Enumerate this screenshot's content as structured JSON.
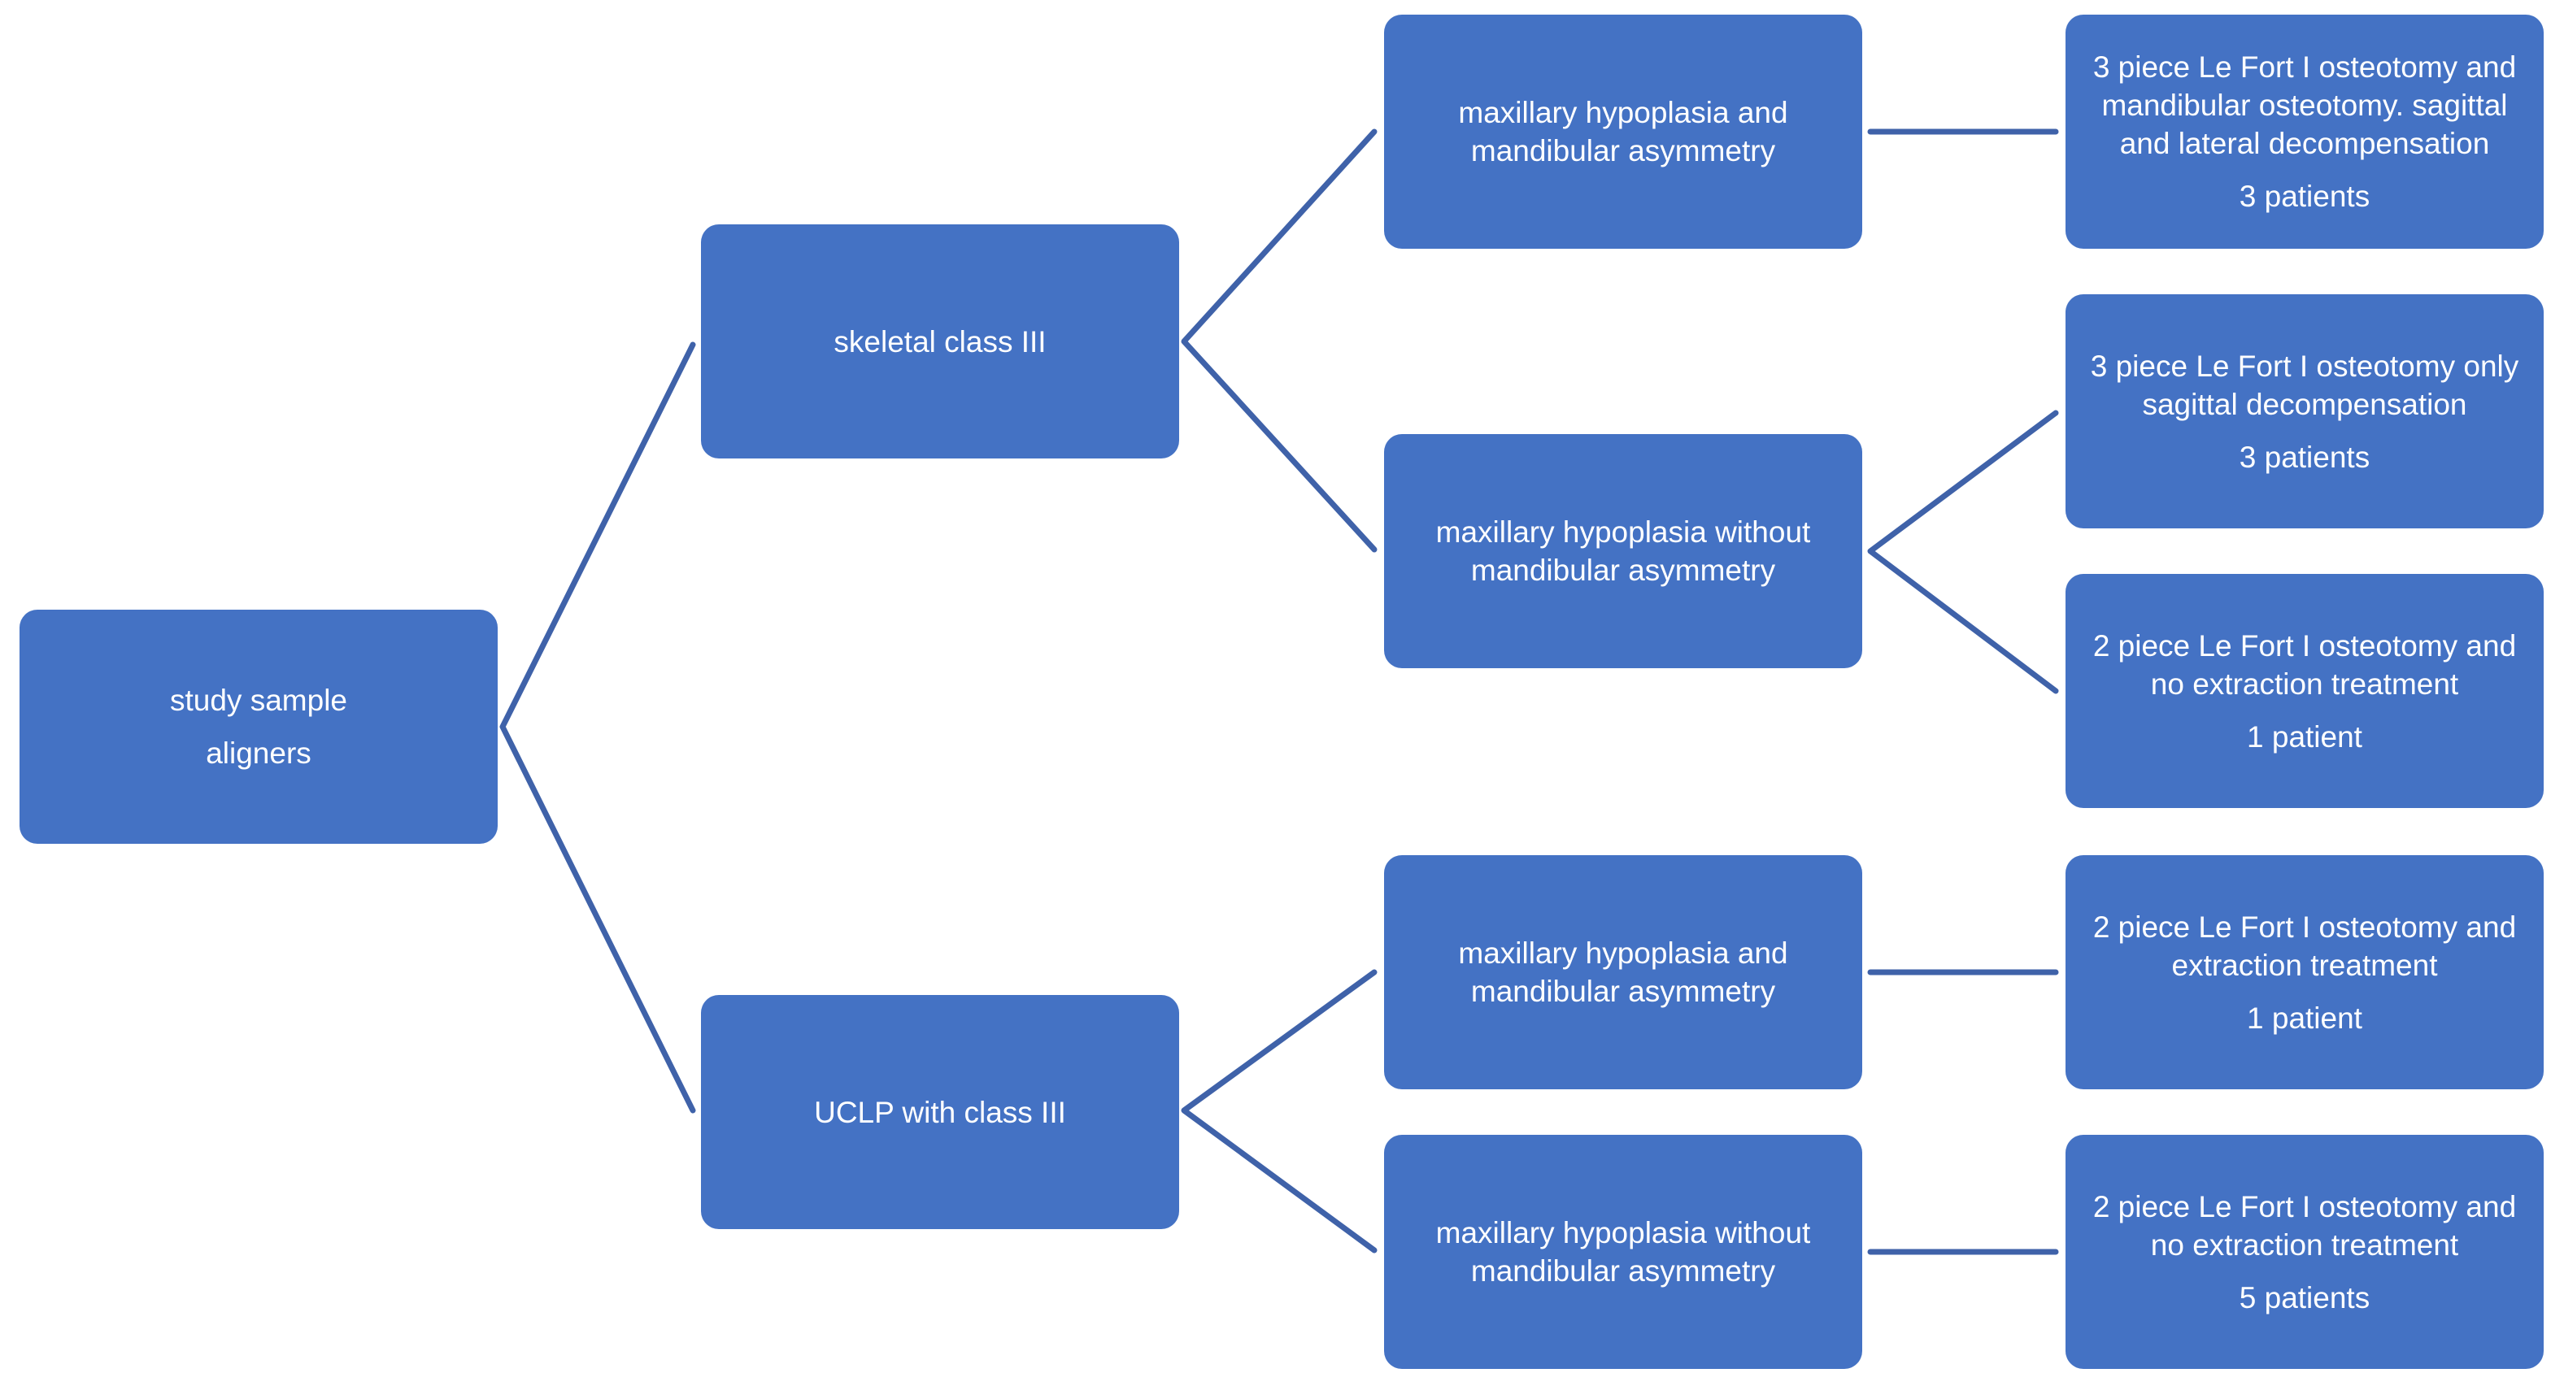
{
  "root": {
    "line1": "study sample",
    "line2": "aligners"
  },
  "level1": {
    "skeletal": "skeletal class III",
    "uclp": "UCLP with class III"
  },
  "level2": [
    {
      "line1": "maxillary hypoplasia and",
      "line2": "mandibular asymmetry"
    },
    {
      "line1": "maxillary hypoplasia without",
      "line2": "mandibular asymmetry"
    },
    {
      "line1": "maxillary hypoplasia and",
      "line2": "mandibular asymmetry"
    },
    {
      "line1": "maxillary hypoplasia without",
      "line2": "mandibular asymmetry"
    }
  ],
  "level3": [
    {
      "line1": "3 piece Le Fort I osteotomy and",
      "line2": "mandibular osteotomy. sagittal",
      "line3": "and lateral decompensation",
      "count": "3 patients"
    },
    {
      "line1": "3 piece Le Fort I osteotomy only",
      "line2": "sagittal decompensation",
      "count": "3 patients"
    },
    {
      "line1": "2 piece Le Fort I osteotomy and",
      "line2": "no extraction treatment",
      "count": "1 patient"
    },
    {
      "line1": "2 piece Le Fort I osteotomy and",
      "line2": "extraction treatment",
      "count": "1 patient"
    },
    {
      "line1": "2 piece Le Fort I osteotomy and",
      "line2": "no extraction treatment",
      "count": "5 patients"
    }
  ],
  "colors": {
    "node_fill": "#4472C4",
    "connector": "#3F62A9",
    "text": "#FFFFFF"
  }
}
